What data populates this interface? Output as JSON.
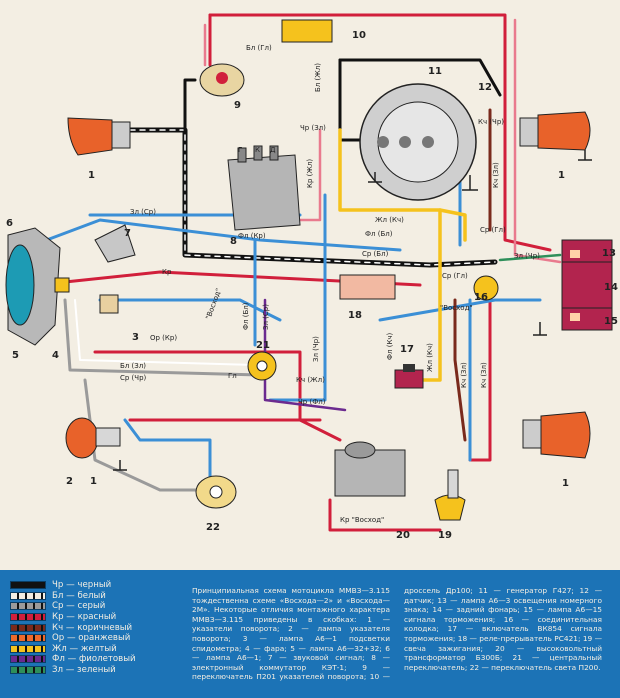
{
  "wire_labels": {
    "bl_gl": "Бл (Гл)",
    "chr_zl": "Чр (Зл)",
    "bl_zh": "Бл (Жл)",
    "zl_sr": "Зл (Ср)",
    "fl_kr": "Фл (Кр)",
    "kr_zhl": "Кр (Жл)",
    "zhl_kch": "Жл (Кч)",
    "fl_bl_top": "Фл (Бл)",
    "sr_gl": "Ср (Гл)",
    "sr_bl": "Ср (Бл)",
    "kch_zl": "Кч (Зл)",
    "kr_left": "Кр",
    "voskhod_1": "\"Восход\"",
    "fl_bl_v": "Фл (Бл)",
    "zl_sr_v": "Зл (Ср)",
    "or_kr": "Ор (Кр)",
    "bl_zl": "Бл (Зл)",
    "sr_chr": "Ср (Чр)",
    "zl_chr": "Зл (Чр)",
    "gl": "Гл",
    "kch_zhl": "Кч (Жл)",
    "chr_fl": "Чр (Фл)",
    "fl_kch": "Фл (Кч)",
    "zhl_kch_v": "Жл (Кч)",
    "kch_zl_v": "Кч (Зл)",
    "kch_zl_v2": "Кч (Зл)",
    "sr_gl_2": "Ср (Гл)",
    "zl_chr_r": "Зл (Чр)",
    "voskhod_2": "\"Восход\"",
    "kch_chr": "Кч (Чр)",
    "kr_voskhod": "Кр \"Восход\"",
    "term_g": "Г",
    "term_k": "К",
    "term_d": "Д"
  },
  "numbers": {
    "n1": "1",
    "n1b": "1",
    "n1c": "1",
    "n1d": "1",
    "n2": "2",
    "n3": "3",
    "n4": "4",
    "n5": "5",
    "n6": "6",
    "n7": "7",
    "n8": "8",
    "n9": "9",
    "n10": "10",
    "n11": "11",
    "n12": "12",
    "n13": "13",
    "n14": "14",
    "n15": "15",
    "n16": "16",
    "n17": "17",
    "n18": "18",
    "n19": "19",
    "n20": "20",
    "n21": "21",
    "n22": "22"
  },
  "legend": [
    {
      "code": "Чр",
      "name": "черный",
      "color": "#111111",
      "stripe": "#111111"
    },
    {
      "code": "Бл",
      "name": "белый",
      "color": "#f3eee3",
      "stripe": "#111111"
    },
    {
      "code": "Ср",
      "name": "серый",
      "color": "#9a9a9a",
      "stripe": "#111111"
    },
    {
      "code": "Кр",
      "name": "красный",
      "color": "#d11f3b",
      "stripe": "#111111"
    },
    {
      "code": "Кч",
      "name": "коричневый",
      "color": "#7a2a1c",
      "stripe": "#111111"
    },
    {
      "code": "Ор",
      "name": "оранжевый",
      "color": "#ee6a2a",
      "stripe": "#111111"
    },
    {
      "code": "Жл",
      "name": "желтый",
      "color": "#f5c21d",
      "stripe": "#111111"
    },
    {
      "code": "Фл",
      "name": "фиолетовый",
      "color": "#6b2a8f",
      "stripe": "#111111"
    },
    {
      "code": "Зл",
      "name": "зеленый",
      "color": "#2e8f5a",
      "stripe": "#111111"
    }
  ],
  "caption": "Принципиальная схема мотоцикла ММВЗ—3.115 тождественна схеме «Восхода—2» и «Восхода—2М». Некоторые отличия монтажного характера ММВЗ—3.115 приведены в скобках: 1 — указатели поворота; 2 — лампа указателя поворота; 3 — лампа А6—1 подсветки спидометра; 4 — фара; 5 — лампа А6—32+32; 6 — лампа А6—1; 7 — звуковой сигнал; 8 — электронный коммутатор КЭТ-1; 9 — переключатель П201 указателей поворота; 10 — дроссель Др100; 11 — генератор Г427; 12 — датчик; 13 — лампа А6—3 освещения номерного знака; 14 — задний фонарь; 15 — лампа А6—15 сигнала торможения; 16 — соединительная колодка; 17 — включатель ВК854 сигнала торможения; 18 — реле-прерыватель РС421; 19 — свеча зажигания; 20 — высоковольтный трансформатор Б300Б; 21 — центральный переключатель; 22 — переключатель света П200.",
  "colors": {
    "background": "#f3eee3",
    "legend_band": "#1c73b6",
    "wire_black": "#111111",
    "wire_red": "#d11f3b",
    "wire_blue": "#3b8fd6",
    "wire_yellow": "#f5c21d",
    "wire_pink": "#e97a8e",
    "lamp_orange": "#e8622a",
    "tail_magenta": "#b2244e"
  }
}
